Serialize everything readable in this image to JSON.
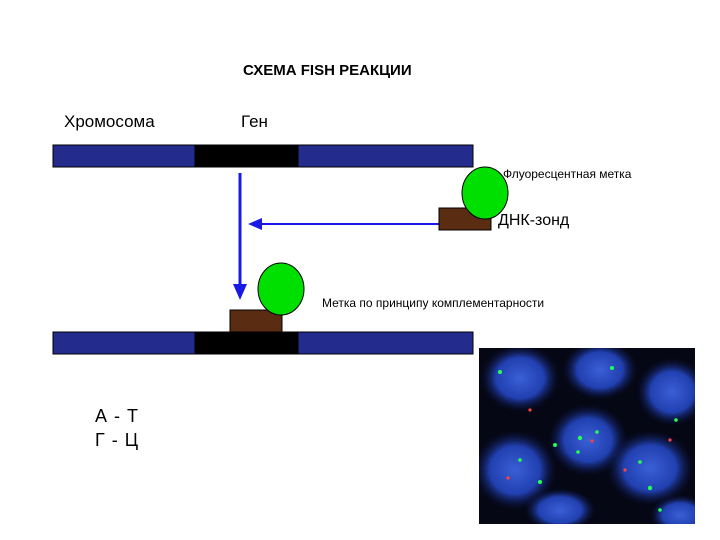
{
  "title": "СХЕМА FISH РЕАКЦИИ",
  "labels": {
    "chromosome": "Хромосома",
    "gene": "Ген",
    "fluorescent_label": "Флуоресцентная метка",
    "dna_probe": "ДНК-зонд",
    "complementary_label": "Метка по принципу комплементарности"
  },
  "base_pairs": [
    "А - Т",
    "Г - Ц"
  ],
  "colors": {
    "chromosome": "#232b8c",
    "gene": "#000000",
    "probe": "#5a2d12",
    "fluorophore": "#00e000",
    "arrow": "#1a1ae6"
  }
}
